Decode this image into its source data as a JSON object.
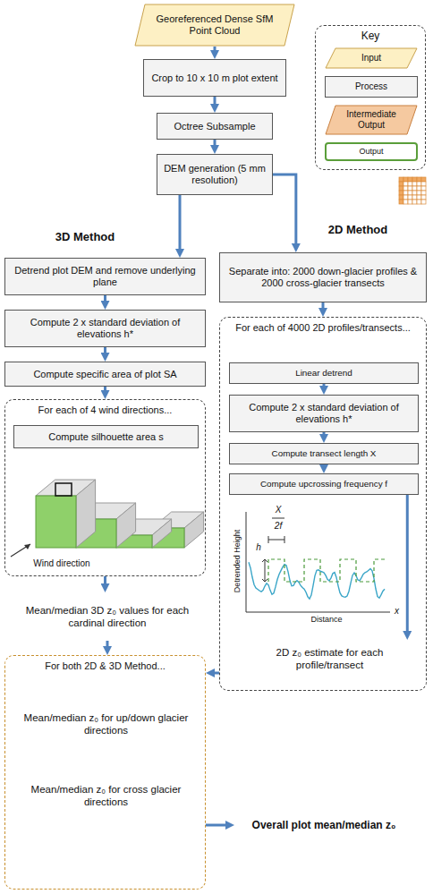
{
  "diagram": {
    "nodes": [
      {
        "text": [
          "Georeferenced Dense SfM Point Cloud"
        ]
      },
      {
        "text": [
          "Key"
        ]
      },
      {
        "text": [
          "Input"
        ],
        "in": 1
      },
      {
        "text": [
          "Process"
        ],
        "in": 1
      },
      {
        "text": [
          "Intermediate Output"
        ],
        "in": 1
      },
      {
        "text": [
          "Output"
        ],
        "in": 1
      },
      {
        "text": [
          "Crop to 10 x 10 m plot extent"
        ]
      },
      {
        "text": [
          "Octree Subsample"
        ]
      },
      {
        "text": [
          "DEM generation (5 mm resolution)"
        ]
      },
      {
        "text": [
          "Detrend plot DEM and remove underlying plane"
        ]
      },
      {
        "text": [
          "Compute 2 x standard deviation of elevations h*"
        ]
      },
      {
        "text": [
          "Compute specific area of plot SA"
        ]
      },
      {
        "text": [
          "For each of 4 wind directions..."
        ]
      },
      {
        "text": [
          "Compute silhouette area s"
        ],
        "in": 12
      },
      {
        "text": [
          "Mean/median 3D z₀ values for each cardinal direction"
        ]
      },
      {
        "text": [
          "Separate into: 2000 down-glacier profiles & 2000 cross-glacier transects"
        ]
      },
      {
        "text": [
          "For each of 4000 2D profiles/transects..."
        ]
      },
      {
        "text": [
          "Linear detrend"
        ],
        "in": 16
      },
      {
        "text": [
          "Compute 2 x standard deviation of elevations h*"
        ],
        "in": 16
      },
      {
        "text": [
          "Compute transect length X"
        ],
        "in": 16
      },
      {
        "text": [
          "Compute upcrossing frequency f"
        ],
        "in": 16
      },
      {
        "text": [
          "2D z₀ estimate for each profile/transect"
        ],
        "in": 16
      },
      {
        "text": [
          "For both 2D & 3D Method..."
        ]
      },
      {
        "text": [
          "Mean/median z₀ for up/down glacier directions"
        ],
        "in": 22
      },
      {
        "text": [
          "Mean/median z₀ for cross glacier directions"
        ],
        "in": 22
      },
      {
        "text": [
          "Overall plot mean/median z₀"
        ]
      }
    ],
    "edges": [
      {
        "from": 0,
        "to": 6,
        "arrow": "to"
      },
      {
        "from": 6,
        "to": 7,
        "arrow": "to"
      },
      {
        "from": 7,
        "to": 8,
        "arrow": "to"
      },
      {
        "from": 8,
        "to": 9,
        "arrow": "to"
      },
      {
        "from": 8,
        "to": 15,
        "arrow": "to"
      },
      {
        "from": 9,
        "to": 10,
        "arrow": "to"
      },
      {
        "from": 10,
        "to": 11,
        "arrow": "to"
      },
      {
        "from": 11,
        "to": 12,
        "arrow": "to"
      },
      {
        "from": 12,
        "to": 14,
        "arrow": "to"
      },
      {
        "from": 14,
        "to": 22,
        "arrow": "to"
      },
      {
        "from": 15,
        "to": 16,
        "arrow": "to"
      },
      {
        "from": 17,
        "to": 18,
        "arrow": "to"
      },
      {
        "from": 18,
        "to": 19,
        "arrow": "to"
      },
      {
        "from": 19,
        "to": 20,
        "arrow": "to"
      },
      {
        "from": 20,
        "to": 21,
        "arrow": "to"
      },
      {
        "from": 16,
        "to": 22,
        "arrow": "to"
      },
      {
        "from": 22,
        "to": 25,
        "arrow": "to"
      }
    ],
    "labels": [
      "3D Method",
      "2D Method",
      "Wind direction",
      "X",
      "2f",
      "h",
      "x",
      "Detrended Height",
      "Distance"
    ]
  }
}
